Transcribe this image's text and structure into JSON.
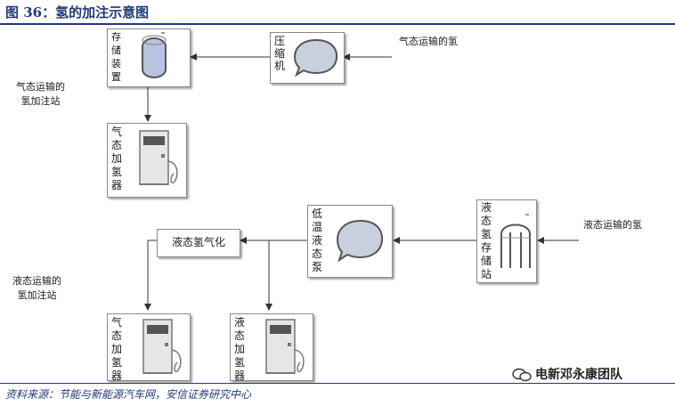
{
  "figure": {
    "title": "图 36：氢的加注示意图",
    "source": "资料来源：节能与新能源汽车网，安信证券研究中心",
    "watermark": "电新邓永康团队"
  },
  "gas_route": {
    "input_label": "气态运输的氢",
    "station_label_line1": "气态运输的",
    "station_label_line2": "氢加注站",
    "compressor": "压缩机",
    "storage": "存储装置",
    "dispenser": "气态加氢器"
  },
  "liquid_route": {
    "input_label": "液态运输的氢",
    "station_label_line1": "液态运输的",
    "station_label_line2": "氢加注站",
    "storage": "液态氢存储站",
    "pump": "低温液态泵",
    "vaporizer": "液态氢气化",
    "dispenser_gas": "气态加氢器",
    "dispenser_liquid": "液态加氢器"
  },
  "colors": {
    "title": "#1f3a7a",
    "tank_fill": "#b9c3de",
    "bubble_fill": "#c8cfde",
    "dispenser_fill": "#e6e6e6"
  }
}
